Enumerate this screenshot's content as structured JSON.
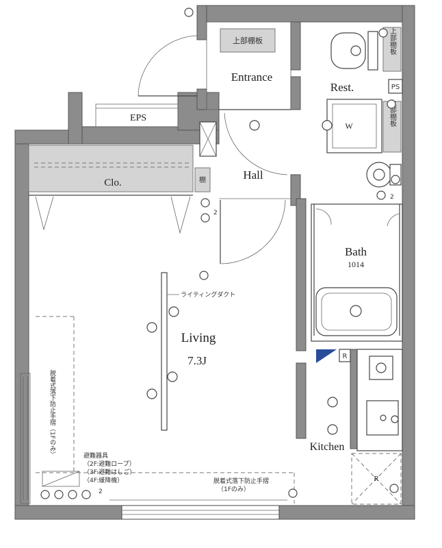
{
  "rooms": {
    "entrance": "Entrance",
    "rest": "Rest.",
    "eps": "EPS",
    "clo": "Clo.",
    "hall": "Hall",
    "bath": "Bath",
    "bath_size": "1014",
    "living": "Living",
    "living_size": "7.3J",
    "kitchen": "Kitchen"
  },
  "labels": {
    "upper_shelf_entrance": "上部棚板",
    "upper_shelf_toilet": "上部棚板",
    "upper_shelf_wash": "上部棚板",
    "ps": "PS",
    "w": "W",
    "r_small": "R",
    "r_fridge": "R",
    "lighting_duct": "ライティングダクト",
    "shelf_small": "棚",
    "balcony_rail": "脱着式落下防止手摺（1Fのみ）",
    "escape_items_1": "避難器具",
    "escape_items_2": "（2F:避難ロープ）",
    "escape_items_3": "（3F:避難はしご）",
    "escape_items_4": "（4F:緩降機）",
    "window_rail_1": "脱着式落下防止手摺",
    "window_rail_2": "（1Fのみ）",
    "num_2a": "2",
    "num_2b": "2",
    "num_2c": "2"
  }
}
